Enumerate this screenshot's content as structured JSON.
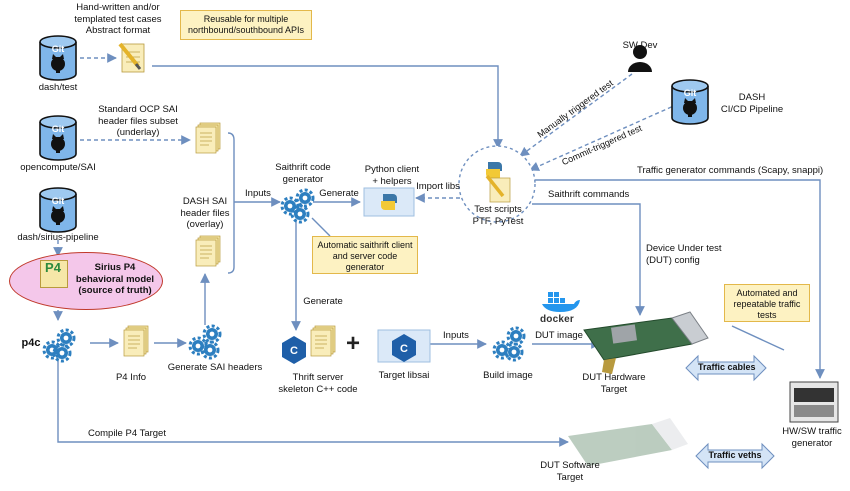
{
  "repos": {
    "dash_test": {
      "badge": "Git",
      "label": "dash/test"
    },
    "sai": {
      "badge": "Git",
      "label": "opencompute/SAI"
    },
    "pipeline": {
      "badge": "Git",
      "label": "dash/sirius-pipeline"
    },
    "cicd": {
      "badge": "Git",
      "label": "DASH\nCI/CD Pipeline"
    }
  },
  "labels": {
    "handwritten": "Hand-written and/or\ntemplated test cases\nAbstract format",
    "ocp_sai": "Standard OCP SAI\nheader files subset\n(underlay)",
    "dash_sai": "DASH SAI\nheader files\n(overlay)",
    "inputs1": "Inputs",
    "inputs2": "Inputs",
    "generate1": "Generate",
    "generate2": "Generate",
    "saithrift_gen": "Saithrift code\ngenerator",
    "python_client": "Python client\n+ helpers",
    "import_libs": "Import libs",
    "test_scripts": "Test scripts\nPTF, PyTest",
    "sw_dev": "SW Dev",
    "manual_test": "Manually triggered test",
    "commit_test": "Commit-triggered test",
    "traffic_gen_cmds": "Traffic generator commands (Scapy, snappi)",
    "saithrift_cmds": "Saithrift commands",
    "dut_config": "Device Under test\n(DUT) config",
    "sirius_model": "Sirius P4\nbehavioral model\n(source of truth)",
    "p4_logo": "P4",
    "p4c": "p4c",
    "p4_info": "P4 Info",
    "gen_sai_headers": "Generate SAI headers",
    "thrift_server": "Thrift server\nskeleton C++ code",
    "target_libsai": "Target libsai",
    "build_image": "Build image",
    "dut_image": "DUT image",
    "docker": "docker",
    "dut_hw": "DUT Hardware\nTarget",
    "dut_sw": "DUT Software\nTarget",
    "compile_p4": "Compile P4 Target",
    "traffic_cables": "Traffic cables",
    "traffic_veths": "Traffic veths",
    "hw_sw_gen": "HW/SW traffic\ngenerator"
  },
  "notes": {
    "reusable": "Reusable for multiple\nnorthbound/southbound APIs",
    "auto_saithrift": "Automatic saithrift client\nand server code\ngenerator",
    "automated": "Automated and\nrepeatable traffic\ntests"
  },
  "colors": {
    "arrow": "#6e8fbf",
    "git_blue": "#7fb6ea",
    "note_fill": "#fdf2c2",
    "doc_fill": "#f6e7a8",
    "gear": "#2d7fc0",
    "pink": "#f4c7ea"
  }
}
